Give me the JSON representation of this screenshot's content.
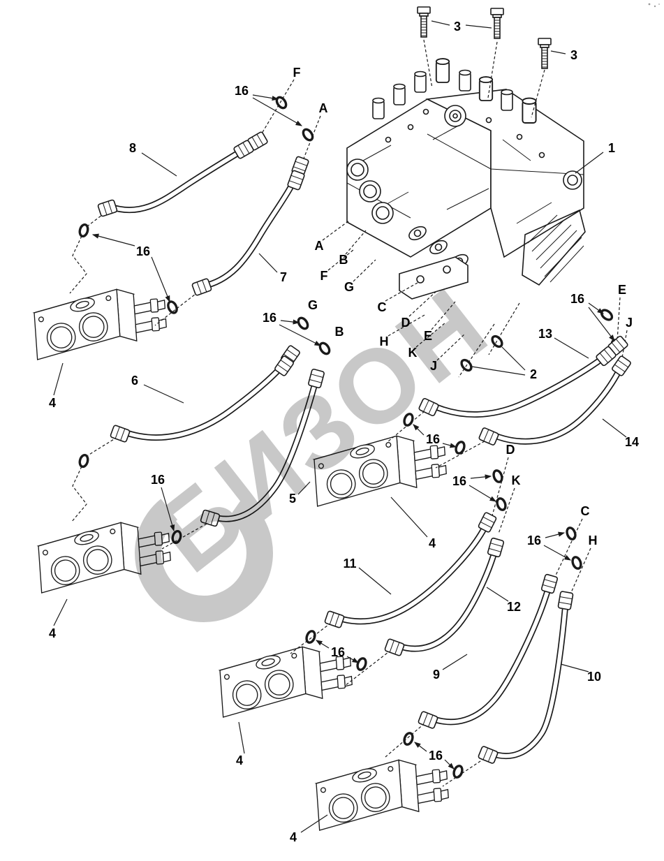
{
  "style": {
    "background": "#ffffff",
    "line_color": "#1a1a1a",
    "watermark_color": "#c2c2c2"
  },
  "watermark": {
    "text": "БИЗОН"
  },
  "callouts": [
    {
      "text": "3"
    },
    {
      "text": "3"
    },
    {
      "text": "F"
    },
    {
      "text": "16"
    },
    {
      "text": "A"
    },
    {
      "text": "8"
    },
    {
      "text": "1"
    },
    {
      "text": "16"
    },
    {
      "text": "A"
    },
    {
      "text": "B"
    },
    {
      "text": "7"
    },
    {
      "text": "F"
    },
    {
      "text": "G"
    },
    {
      "text": "G"
    },
    {
      "text": "C"
    },
    {
      "text": "16"
    },
    {
      "text": "D"
    },
    {
      "text": "B"
    },
    {
      "text": "E"
    },
    {
      "text": "H"
    },
    {
      "text": "K"
    },
    {
      "text": "J"
    },
    {
      "text": "E"
    },
    {
      "text": "16"
    },
    {
      "text": "J"
    },
    {
      "text": "13"
    },
    {
      "text": "2"
    },
    {
      "text": "6"
    },
    {
      "text": "4"
    },
    {
      "text": "16"
    },
    {
      "text": "D"
    },
    {
      "text": "14"
    },
    {
      "text": "16"
    },
    {
      "text": "K"
    },
    {
      "text": "5"
    },
    {
      "text": "16"
    },
    {
      "text": "4"
    },
    {
      "text": "C"
    },
    {
      "text": "16"
    },
    {
      "text": "H"
    },
    {
      "text": "11"
    },
    {
      "text": "12"
    },
    {
      "text": "4"
    },
    {
      "text": "16"
    },
    {
      "text": "9"
    },
    {
      "text": "10"
    },
    {
      "text": "4"
    },
    {
      "text": "16"
    },
    {
      "text": "4"
    }
  ]
}
